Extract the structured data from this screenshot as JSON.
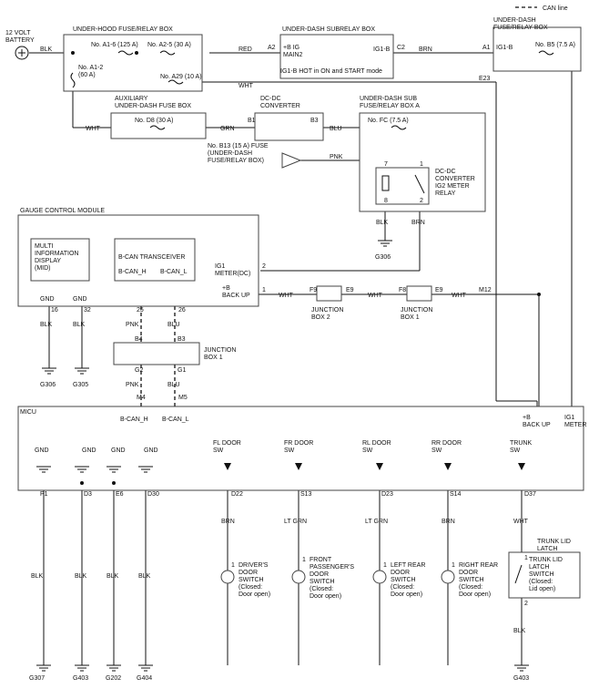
{
  "legend": {
    "can_line": "CAN line"
  },
  "battery": {
    "line1": "12 VOLT",
    "line2": "BATTERY"
  },
  "under_hood_box": {
    "title": "UNDER-HOOD FUSE/RELAY BOX",
    "fuse_a16": "No. A1-6  (125 A)",
    "fuse_a25": "No. A2-5  (30 A)",
    "fuse_a12_line1": "No. A1-2",
    "fuse_a12_line2": "(60 A)",
    "fuse_a29": "No. A29  (10 A)"
  },
  "subrelay_box": {
    "title": "UNDER-DASH SUBRELAY BOX",
    "pin_a2": "A2",
    "ig_line1": "+B IG",
    "ig_line2": "MAIN2",
    "ig1b": "IG1-B",
    "pin_c2": "C2",
    "note": "IG1-B HOT in ON and START mode"
  },
  "dash_fuse_box": {
    "title_line1": "UNDER-DASH",
    "title_line2": "FUSE/RELAY BOX",
    "pin_a1": "A1",
    "ig1b": "IG1-B",
    "fuse_b5": "No. B5 (7.5 A)",
    "pin_e23": "E23"
  },
  "aux_box": {
    "title_line1": "AUXILIARY",
    "title_line2": "UNDER-DASH FUSE BOX",
    "fuse_d8": "No. D8 (30 A)"
  },
  "dcdc": {
    "title_line1": "DC-DC",
    "title_line2": "CONVERTER",
    "pin_b1": "B1",
    "pin_b3": "B3"
  },
  "b13_fuse": {
    "line1": "No. B13 (15 A) FUSE",
    "line2": "(UNDER-DASH",
    "line3": "FUSE/RELAY BOX)"
  },
  "sub_box_a": {
    "title_line1": "UNDER-DASH SUB",
    "title_line2": "FUSE/RELAY BOX A",
    "fuse_fc": "No. FC (7.5 A)",
    "relay_line1": "DC-DC",
    "relay_line2": "CONVERTER",
    "relay_line3": "IG2 METER",
    "relay_line4": "RELAY",
    "pin7": "7",
    "pin1": "1",
    "pin8": "8",
    "pin2": "2"
  },
  "gcm": {
    "title": "GAUGE CONTROL MODULE",
    "mid_line1": "MULTI",
    "mid_line2": "INFORMATION",
    "mid_line3": "DISPLAY",
    "mid_line4": "(MID)",
    "bcan": "B-CAN TRANSCEIVER",
    "bcan_h": "B-CAN_H",
    "bcan_l": "B-CAN_L",
    "ig1_line1": "IG1",
    "ig1_line2": "METER(DC)",
    "backup_line1": "+B",
    "backup_line2": "BACK UP",
    "gnd1": "GND",
    "gnd2": "GND",
    "pin16": "16",
    "pin32": "32",
    "pin25": "25",
    "pin26": "26",
    "pin2": "2",
    "pin1": "1"
  },
  "jb2": {
    "pin_f9": "F9",
    "pin_e9": "E9",
    "label_line1": "JUNCTION",
    "label_line2": "BOX 2"
  },
  "jb1_top": {
    "pin_f8": "F8",
    "pin_e9": "E9",
    "label_line1": "JUNCTION",
    "label_line2": "BOX 1"
  },
  "jb1_can": {
    "pin_b4": "B4",
    "pin_b3": "B3",
    "pin_g2": "G2",
    "pin_g1": "G1",
    "label_line1": "JUNCTION",
    "label_line2": "BOX 1"
  },
  "micu": {
    "title": "MICU",
    "pin_m4": "M4",
    "pin_m5": "M5",
    "bcan_h": "B-CAN_H",
    "bcan_l": "B-CAN_L",
    "backup_line1": "+B",
    "backup_line2": "BACK UP",
    "ig1_line1": "IG1",
    "ig1_line2": "METER",
    "gnd_p1": "GND",
    "gnd_d3": "GND",
    "gnd_e6": "GND",
    "gnd_d30": "GND",
    "pin_p1": "P1",
    "pin_d3": "D3",
    "pin_e6": "E6",
    "pin_d30": "D30",
    "fl_line1": "FL DOOR",
    "fl_line2": "SW",
    "fr_line1": "FR DOOR",
    "fr_line2": "SW",
    "rl_line1": "RL DOOR",
    "rl_line2": "SW",
    "rr_line1": "RR DOOR",
    "rr_line2": "SW",
    "trunk_line1": "TRUNK",
    "trunk_line2": "SW",
    "pin_d22": "D22",
    "pin_s13": "S13",
    "pin_d23": "D23",
    "pin_s14": "S14",
    "pin_d37": "D37"
  },
  "wires": {
    "blk": "BLK",
    "red": "RED",
    "brn": "BRN",
    "wht": "WHT",
    "grn": "GRN",
    "blu": "BLU",
    "pnk": "PNK",
    "lt_grn": "LT GRN",
    "m12": "M12"
  },
  "switches": {
    "driver": {
      "pin": "1",
      "line1": "DRIVER'S",
      "line2": "DOOR",
      "line3": "SWITCH",
      "line4": "(Closed:",
      "line5": "Door open)"
    },
    "front_pass": {
      "pin": "1",
      "line1": "FRONT",
      "line2": "PASSENGER'S",
      "line3": "DOOR",
      "line4": "SWITCH",
      "line5": "(Closed:",
      "line6": "Door open)"
    },
    "left_rear": {
      "pin": "1",
      "line1": "LEFT REAR",
      "line2": "DOOR",
      "line3": "SWITCH",
      "line4": "(Closed:",
      "line5": "Door open)"
    },
    "right_rear": {
      "pin": "1",
      "line1": "RIGHT REAR",
      "line2": "DOOR",
      "line3": "SWITCH",
      "line4": "(Closed:",
      "line5": "Door open)"
    },
    "trunk": {
      "title_line1": "TRUNK LID",
      "title_line2": "LATCH",
      "line1": "TRUNK LID",
      "line2": "LATCH",
      "line3": "SWITCH",
      "line4": "(Closed:",
      "line5": "Lid open)",
      "pin1": "1",
      "pin2": "2"
    }
  },
  "grounds": {
    "g306_top": "G306",
    "g306": "G306",
    "g305": "G305",
    "g307": "G307",
    "g403": "G403",
    "g202": "G202",
    "g404": "G404",
    "g403_trunk": "G403"
  }
}
